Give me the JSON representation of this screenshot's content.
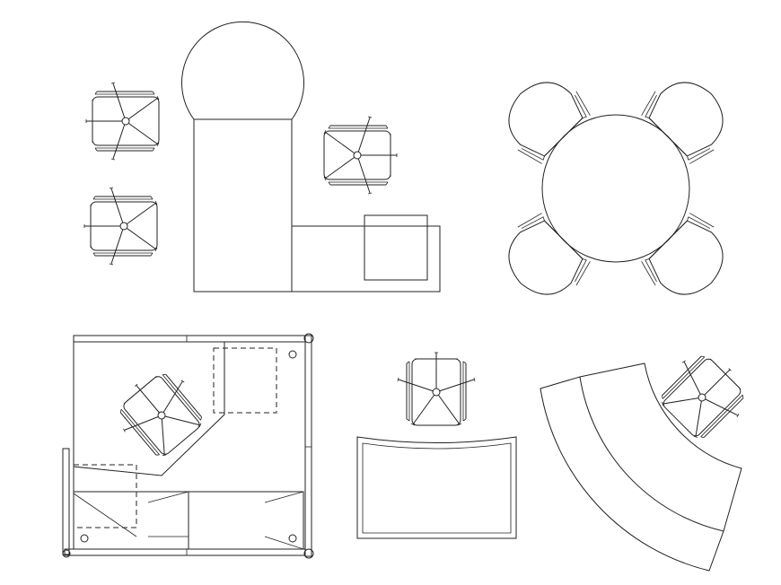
{
  "drawing": {
    "type": "cad-plan-furniture-blocks",
    "stroke_color": "#222222",
    "background_color": "#ffffff",
    "groups": [
      {
        "id": "l-shaped-desk-station",
        "chairs": 3
      },
      {
        "id": "round-meeting-table",
        "chairs": 4
      },
      {
        "id": "corner-workstation",
        "chairs": 1
      },
      {
        "id": "reception-desk",
        "chairs": 1
      },
      {
        "id": "curved-desk",
        "chairs": 1
      }
    ]
  }
}
